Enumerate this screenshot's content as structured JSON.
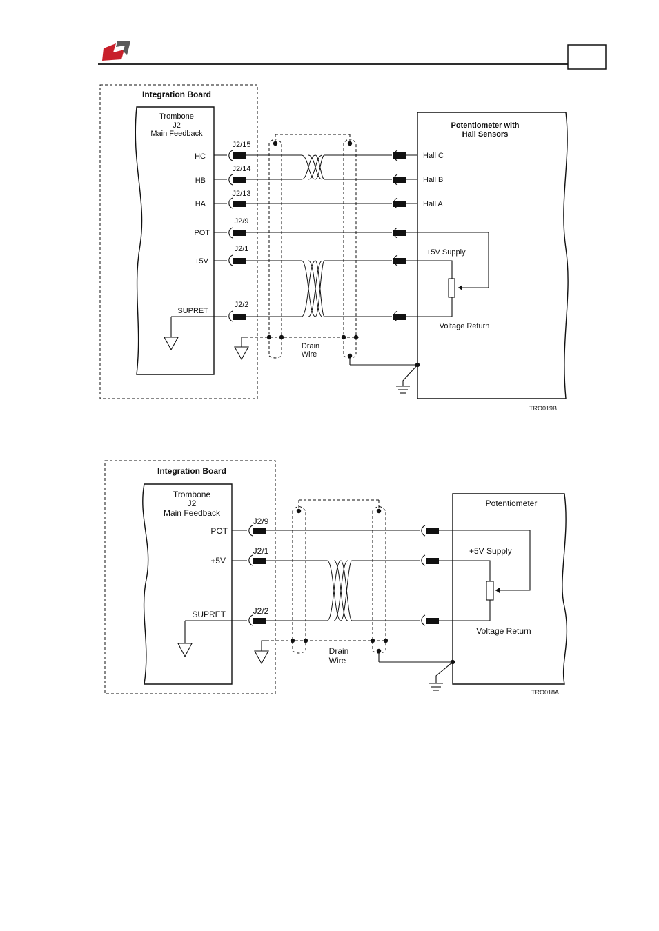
{
  "header": {
    "logo": "company-logo-icon",
    "page_box": ""
  },
  "diagrams": [
    {
      "board_title": "Integration Board",
      "connector_lines": [
        "Trombone",
        "J2",
        "Main Feedback"
      ],
      "pins": [
        {
          "signal": "HC",
          "pin": "J2/15",
          "device": "Hall C"
        },
        {
          "signal": "HB",
          "pin": "J2/14",
          "device": "Hall B"
        },
        {
          "signal": "HA",
          "pin": "J2/13",
          "device": "Hall A"
        },
        {
          "signal": "POT",
          "pin": "J2/9",
          "device": ""
        },
        {
          "signal": "+5V",
          "pin": "J2/1",
          "device": "+5V Supply"
        },
        {
          "signal": "SUPRET",
          "pin": "J2/2",
          "device": ""
        }
      ],
      "device_title": [
        "Potentiometer with",
        "Hall Sensors"
      ],
      "voltage_return": "Voltage Return",
      "drain_wire": [
        "Drain",
        "Wire"
      ],
      "figure_code": "TRO019B"
    },
    {
      "board_title": "Integration Board",
      "connector_lines": [
        "Trombone",
        "J2",
        "Main Feedback"
      ],
      "pins": [
        {
          "signal": "POT",
          "pin": "J2/9",
          "device": ""
        },
        {
          "signal": "+5V",
          "pin": "J2/1",
          "device": "+5V Supply"
        },
        {
          "signal": "SUPRET",
          "pin": "J2/2",
          "device": ""
        }
      ],
      "device_title": [
        "Potentiometer"
      ],
      "voltage_return": "Voltage Return",
      "drain_wire": [
        "Drain",
        "Wire"
      ],
      "figure_code": "TRO018A"
    }
  ],
  "colors": {
    "logo_red": "#c8202b",
    "logo_gray": "#5a5a5a",
    "line": "#111111"
  }
}
